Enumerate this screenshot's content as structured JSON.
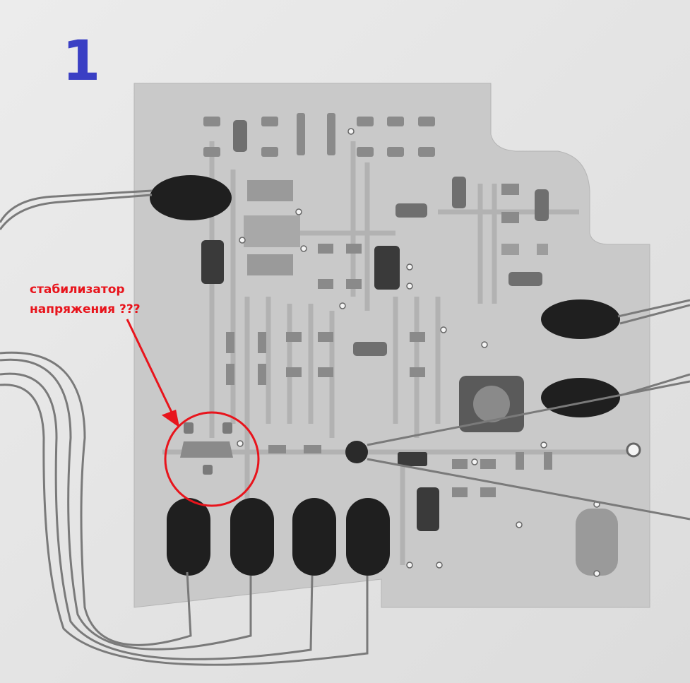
{
  "image": {
    "label_number": "1",
    "annotation": {
      "line1": "стабилизатор",
      "line2": "напряжения ???",
      "color": "#e8141c"
    },
    "label_color": "#3a3fc4"
  }
}
